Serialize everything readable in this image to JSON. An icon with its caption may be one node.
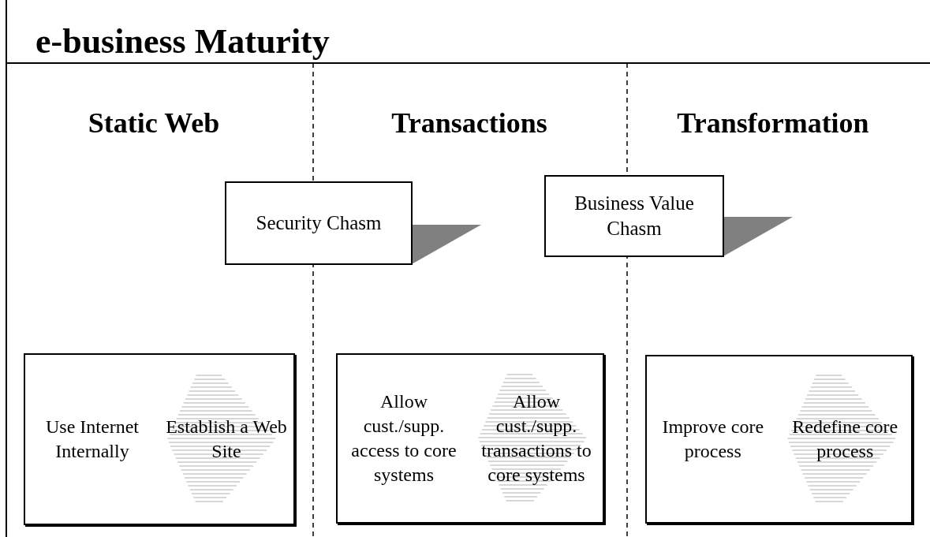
{
  "diagram": {
    "title": "e-business Maturity",
    "nodes": [
      {
        "text": [
          "Security Chasm"
        ]
      },
      {
        "text": [
          "Business Value Chasm"
        ]
      },
      {
        "text": [
          "Use Internet Internally",
          "Establish a Web Site"
        ]
      },
      {
        "text": [
          "Allow cust./supp. access to core systems",
          "Allow cust./supp. transactions to core systems"
        ]
      },
      {
        "text": [
          "Improve core process",
          "Redefine core process"
        ]
      }
    ],
    "labels": [
      "Static Web",
      "Transactions",
      "Transformation"
    ]
  }
}
